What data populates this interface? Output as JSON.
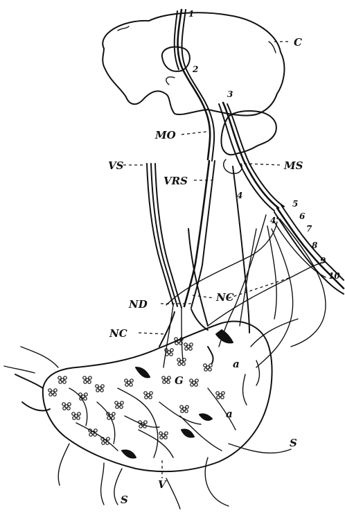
{
  "labels": {
    "C": "C",
    "MO": "MO",
    "VS": "VS",
    "VRS": "VRS",
    "MS": "MS",
    "ND": "ND",
    "NC_right": "NC",
    "NC_left": "NC",
    "a_upper": "a",
    "a_lower": "a",
    "G": "G",
    "S_right": "S",
    "S_bottom": "S",
    "V": "V",
    "n1": "1",
    "n2": "2",
    "n3": "3",
    "n4": "4",
    "n4b": "4'",
    "n5": "5",
    "n6": "6",
    "n7": "7",
    "n8": "8",
    "n9": "9",
    "n10": "10"
  }
}
